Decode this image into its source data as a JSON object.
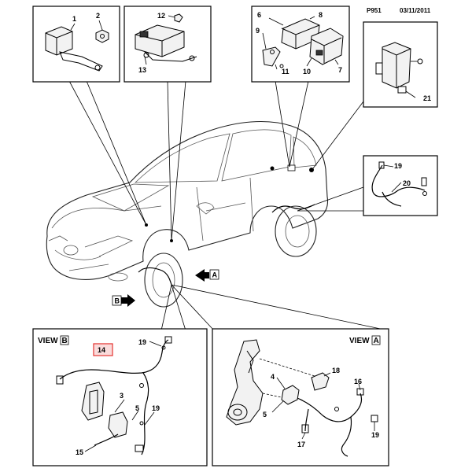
{
  "header": {
    "code": "P951",
    "date": "03/11/2011"
  },
  "views": {
    "view_b": {
      "word": "VIEW",
      "letter": "B"
    },
    "view_a": {
      "word": "VIEW",
      "letter": "A"
    }
  },
  "arrows": {
    "a": "A",
    "b": "B"
  },
  "callouts": {
    "p1": "1",
    "p2": "2",
    "p12": "12",
    "p13": "13",
    "p6": "6",
    "p8": "8",
    "p9": "9",
    "p11": "11",
    "p10": "10",
    "p7": "7",
    "p21": "21",
    "p19_right": "19",
    "p20": "20",
    "p14": "14",
    "p19_viewb_top": "19",
    "p3": "3",
    "p5_viewb": "5",
    "p19_viewb_bottom": "19",
    "p15": "15",
    "p4": "4",
    "p18": "18",
    "p5_viewa": "5",
    "p17": "17",
    "p16": "16",
    "p19_viewa": "19"
  },
  "colors": {
    "highlight": "#e53935",
    "line": "#000000"
  }
}
